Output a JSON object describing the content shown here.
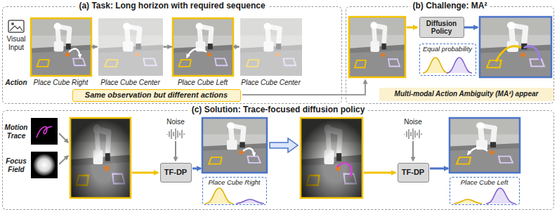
{
  "diagram": {
    "nodes": [
      {
        "text": [
          "(a) Task: Long horizon with required sequence"
        ]
      },
      {
        "text": [
          "Place Cube Right"
        ],
        "in": 0
      },
      {
        "text": [
          "Place Cube Center"
        ],
        "in": 0
      },
      {
        "text": [
          "Place Cube Left"
        ],
        "in": 0
      },
      {
        "text": [
          "Place Cube Center"
        ],
        "in": 0
      },
      {
        "text": [
          "Same observation but different actions"
        ],
        "in": 0
      },
      {
        "text": [
          "(b) Challenge: MA²"
        ]
      },
      {
        "text": [
          "Diffusion Policy"
        ],
        "in": 6
      },
      {
        "text": [
          "Equal probability"
        ],
        "in": 6
      },
      {
        "text": [
          "(c) Solution: Trace-focused diffusion policy"
        ]
      },
      {
        "text": [
          "TF-DP"
        ],
        "in": 9
      },
      {
        "text": [
          "Place Cube Right"
        ],
        "in": 9
      },
      {
        "text": [
          "TF-DP"
        ],
        "in": 9
      },
      {
        "text": [
          "Place Cube Left"
        ],
        "in": 9
      }
    ],
    "edges": [
      {
        "from": 1,
        "to": 2,
        "arrow": "to"
      },
      {
        "from": 2,
        "to": 3,
        "arrow": "to"
      },
      {
        "from": 3,
        "to": 4,
        "arrow": "to"
      }
    ],
    "labels": [
      "Visual Input",
      "Action",
      "Multi-modal Action Ambiguity (MA²) appear",
      "Motion Trace",
      "Focus Field",
      "Noise",
      "Noise"
    ]
  }
}
